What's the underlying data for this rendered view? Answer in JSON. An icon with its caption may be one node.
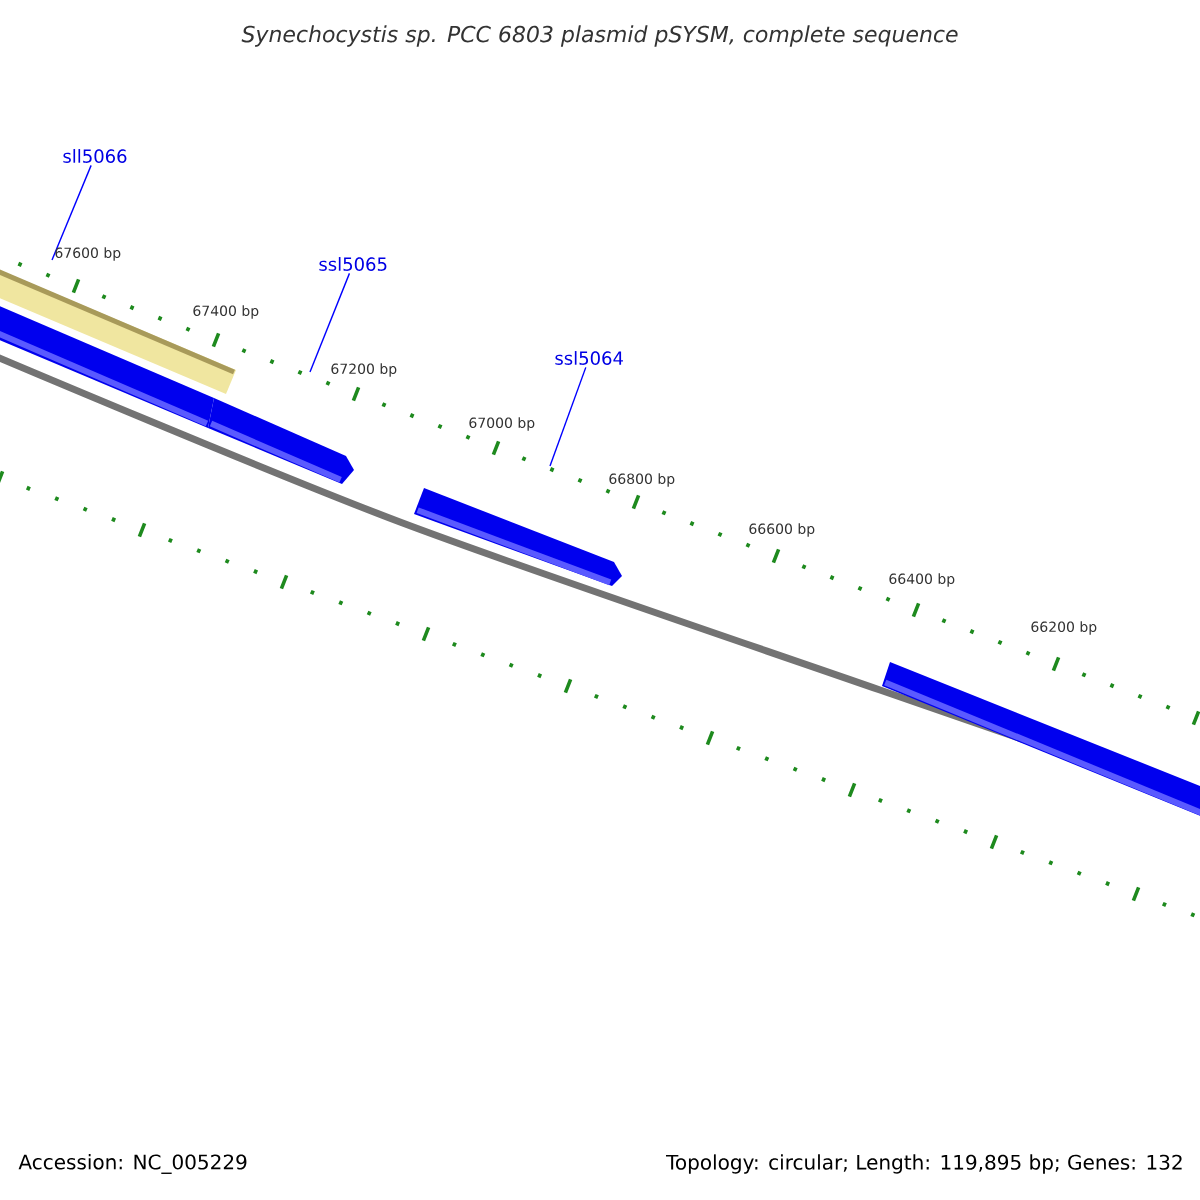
{
  "diagram": {
    "title": "Synechocystis sp. PCC 6803 plasmid pSYSM, complete sequence",
    "nodes": [
      {
        "text": [
          "sll5066"
        ]
      },
      {
        "text": [
          "ssl5065"
        ]
      },
      {
        "text": [
          "ssl5064"
        ]
      },
      {
        "text": [],
        "shape": "bar"
      },
      {
        "text": [],
        "shape": "bar"
      },
      {
        "text": [],
        "shape": "bar"
      },
      {
        "text": [],
        "shape": "bar"
      },
      {
        "text": [],
        "shape": "bar"
      }
    ],
    "edges": [
      {
        "from": 0,
        "to": 3,
        "arrow": "none"
      },
      {
        "from": 1,
        "to": 5,
        "arrow": "none"
      },
      {
        "from": 2,
        "to": 6,
        "arrow": "none"
      }
    ],
    "labels": [
      "67600 bp",
      "67400 bp",
      "67200 bp",
      "67000 bp",
      "66800 bp",
      "66600 bp",
      "66400 bp",
      "66200 bp",
      "Accession: NC_005229",
      "Topology: circular; Length: 119,895 bp; Genes: 132"
    ]
  }
}
